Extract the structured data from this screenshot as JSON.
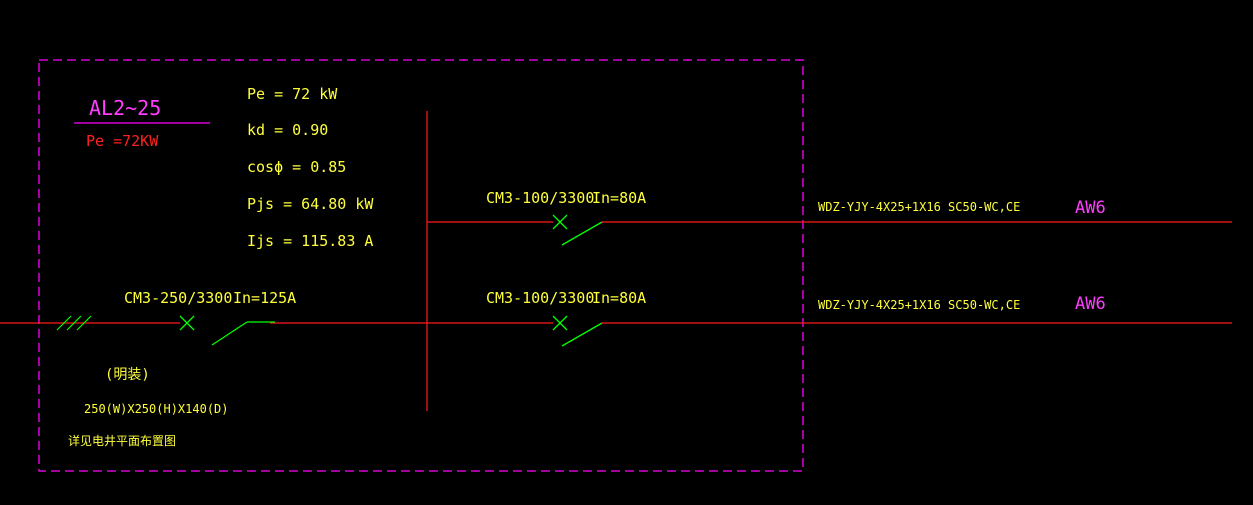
{
  "colors": {
    "background": "#000000",
    "frame": "#ff00ff",
    "wire": "#ff1a1a",
    "breaker": "#00ff00",
    "text_yellow": "#ffff3c",
    "text_magenta": "#ff3cff",
    "text_red": "#ff2020"
  },
  "panel": {
    "id": "AL2~25",
    "pe_label": "Pe =72KW"
  },
  "load_calc": {
    "pe": "Pe = 72  kW",
    "kd": "kd = 0.90",
    "cos": "cosϕ = 0.85",
    "pjs": "Pjs = 64.80  kW",
    "ijs": "Ijs = 115.83  A"
  },
  "main_breaker": {
    "model": "CM3-250/3300",
    "rating": "In=125A"
  },
  "branch_1": {
    "model": "CM3-100/3300",
    "rating": "In=80A",
    "cable": "WDZ-YJY-4X25+1X16  SC50-WC,CE",
    "destination": "AW6"
  },
  "branch_2": {
    "model": "CM3-100/3300",
    "rating": "In=80A",
    "cable": "WDZ-YJY-4X25+1X16  SC50-WC,CE",
    "destination": "AW6"
  },
  "notes": {
    "mounting": "(明装)",
    "dimensions": "250(W)X250(H)X140(D)",
    "reference": "详见电井平面布置图"
  }
}
